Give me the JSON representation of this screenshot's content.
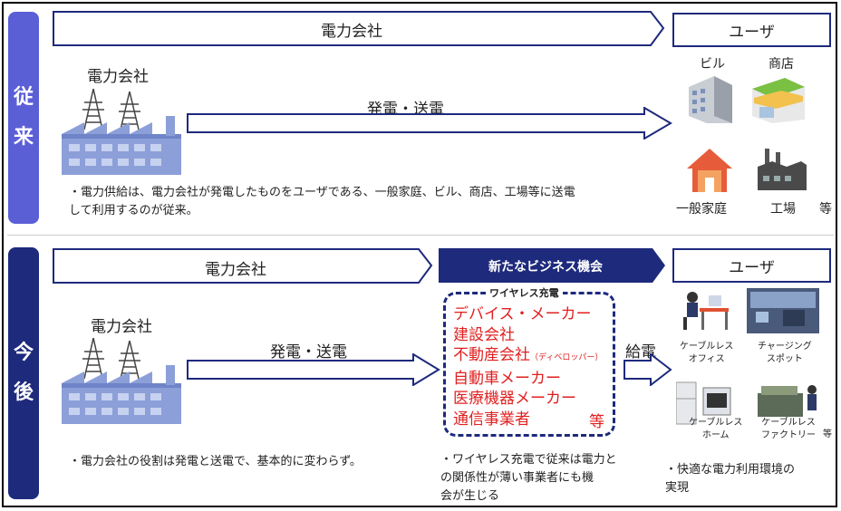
{
  "sections": {
    "before_label_1": "従",
    "before_label_2": "来",
    "after_label_1": "今",
    "after_label_2": "後"
  },
  "before": {
    "header_company": "電力会社",
    "header_user": "ユーザ",
    "company_label": "電力会社",
    "arrow_label": "発電・送電",
    "users": {
      "building": "ビル",
      "shop": "商店",
      "home": "一般家庭",
      "factory": "工場",
      "etc": "等"
    },
    "note_line1": "・電力供給は、電力会社が発電したものをユーザである、一般家庭、ビル、商店、工場等に送電",
    "note_line2": "して利用するのが従来。"
  },
  "after": {
    "header_company": "電力会社",
    "header_business": "新たなビジネス機会",
    "header_user": "ユーザ",
    "company_label": "電力会社",
    "arrow_label": "発電・送電",
    "supply_label": "給電",
    "wireless_title": "ワイヤレス充電",
    "businesses": [
      "デバイス・メーカー",
      "建設会社",
      "不動産会社",
      "自動車メーカー",
      "医療機器メーカー",
      "通信事業者"
    ],
    "developer_note": "（ディベロッパー）",
    "businesses_etc": "等",
    "users": {
      "office": "ケーブルレス\nオフィス",
      "charging": "チャージング\nスポット",
      "home": "ケーブルレス\nホーム",
      "factory": "ケーブルレス\nファクトリー",
      "etc": "等"
    },
    "note_company": "・電力会社の役割は発電と送電で、基本的に変わらず。",
    "note_business_1": "・ワイヤレス充電で従来は電力と",
    "note_business_2": "の関係性が薄い事業者にも機",
    "note_business_3": "会が生じる",
    "note_user_1": "・快適な電力利用環境の",
    "note_user_2": "実現"
  },
  "colors": {
    "dark_navy": "#1e2a7c",
    "light_blue": "#5b5fd6",
    "red": "#e02020",
    "factory_blue": "#8c9fd8"
  }
}
